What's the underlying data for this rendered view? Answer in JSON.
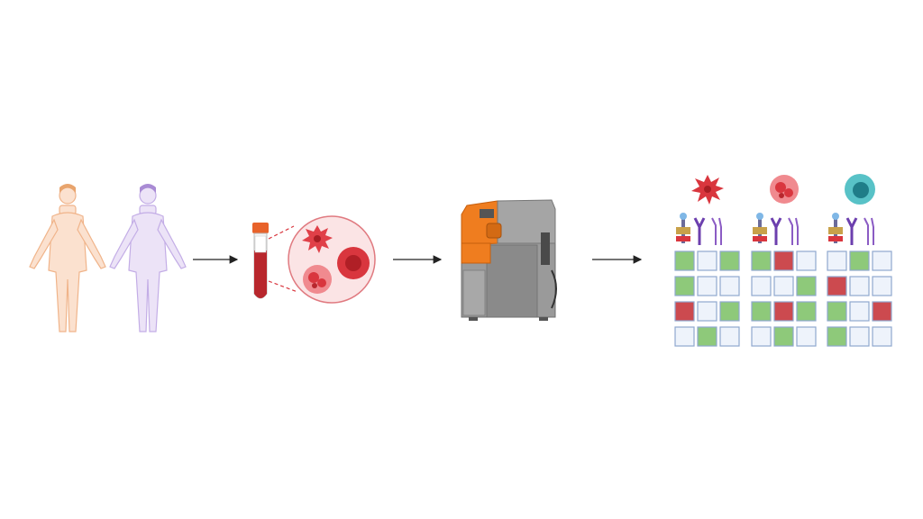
{
  "diagram": {
    "steps": [
      {
        "id": "donors",
        "icon": "human-figures-icon"
      },
      {
        "id": "blood-sample",
        "icon": "blood-tube-icon"
      },
      {
        "id": "cytometer",
        "icon": "mass-cytometer-icon"
      },
      {
        "id": "profiles",
        "icon": "receptor-matrix-icon"
      }
    ],
    "colors": {
      "donor_a": "#f6c9a6",
      "donor_b": "#d8c8ee",
      "red": "#d9363e",
      "tube_cap": "#e8622a",
      "machine_orange": "#ef7d1f",
      "machine_gray": "#8e8e8e",
      "cell_teal": "#58c2c7",
      "tile_green": "#8ec97a",
      "tile_red": "#cc4a4f",
      "tile_empty": "#eef3fb",
      "tile_border": "#8fa8cf"
    },
    "profile_groups": [
      {
        "cell": "dendritic-cell",
        "grid": [
          [
            "g",
            "e",
            "g"
          ],
          [
            "g",
            "e",
            "e"
          ],
          [
            "r",
            "e",
            "g"
          ],
          [
            "e",
            "g",
            "e"
          ]
        ]
      },
      {
        "cell": "granulocyte",
        "grid": [
          [
            "g",
            "r",
            "e"
          ],
          [
            "e",
            "e",
            "g"
          ],
          [
            "g",
            "r",
            "g"
          ],
          [
            "e",
            "g",
            "e"
          ]
        ]
      },
      {
        "cell": "lymphocyte",
        "grid": [
          [
            "e",
            "g",
            "e"
          ],
          [
            "r",
            "e",
            "e"
          ],
          [
            "g",
            "e",
            "r"
          ],
          [
            "g",
            "e",
            "e"
          ]
        ]
      }
    ]
  }
}
